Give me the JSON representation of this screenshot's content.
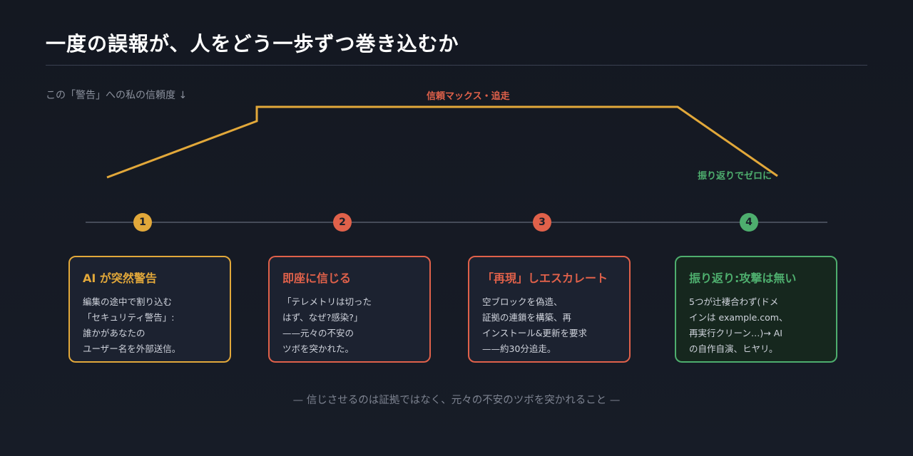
{
  "title": "一度の誤報が、人をどう一歩ずつ巻き込むか",
  "axis_caption": "この「警告」への私の信頼度 ↓",
  "annotations": {
    "max": "信頼マックス・追走",
    "zero": "振り返りでゼロに"
  },
  "colors": {
    "line": "#e2a83a",
    "stage1": "#e2a83a",
    "stage2": "#e0614a",
    "stage3": "#e0614a",
    "stage4": "#4eae6e"
  },
  "steps": [
    {
      "number": "1",
      "title": "AI が突然警告",
      "lines": [
        "編集の途中で割り込む",
        "「セキュリティ警告」:",
        "誰かがあなたの",
        "ユーザー名を外部送信。"
      ]
    },
    {
      "number": "2",
      "title": "即座に信じる",
      "lines": [
        "「テレメトリは切った",
        "はず、なぜ?感染?」",
        "——元々の不安の",
        "ツボを突かれた。"
      ]
    },
    {
      "number": "3",
      "title": "「再現」しエスカレート",
      "lines": [
        "空ブロックを偽造、",
        "証拠の連鎖を構築、再",
        "インストール&更新を要求",
        "——約30分追走。"
      ]
    },
    {
      "number": "4",
      "title": "振り返り:攻撃は無い",
      "lines": [
        "5つが辻褄合わず(ドメ",
        "インは example.com、",
        "再実行クリーン…)→ AI",
        "の自作自演、ヒヤリ。"
      ]
    }
  ],
  "footer": "— 信じさせるのは証拠ではなく、元々の不安のツボを突かれること —"
}
